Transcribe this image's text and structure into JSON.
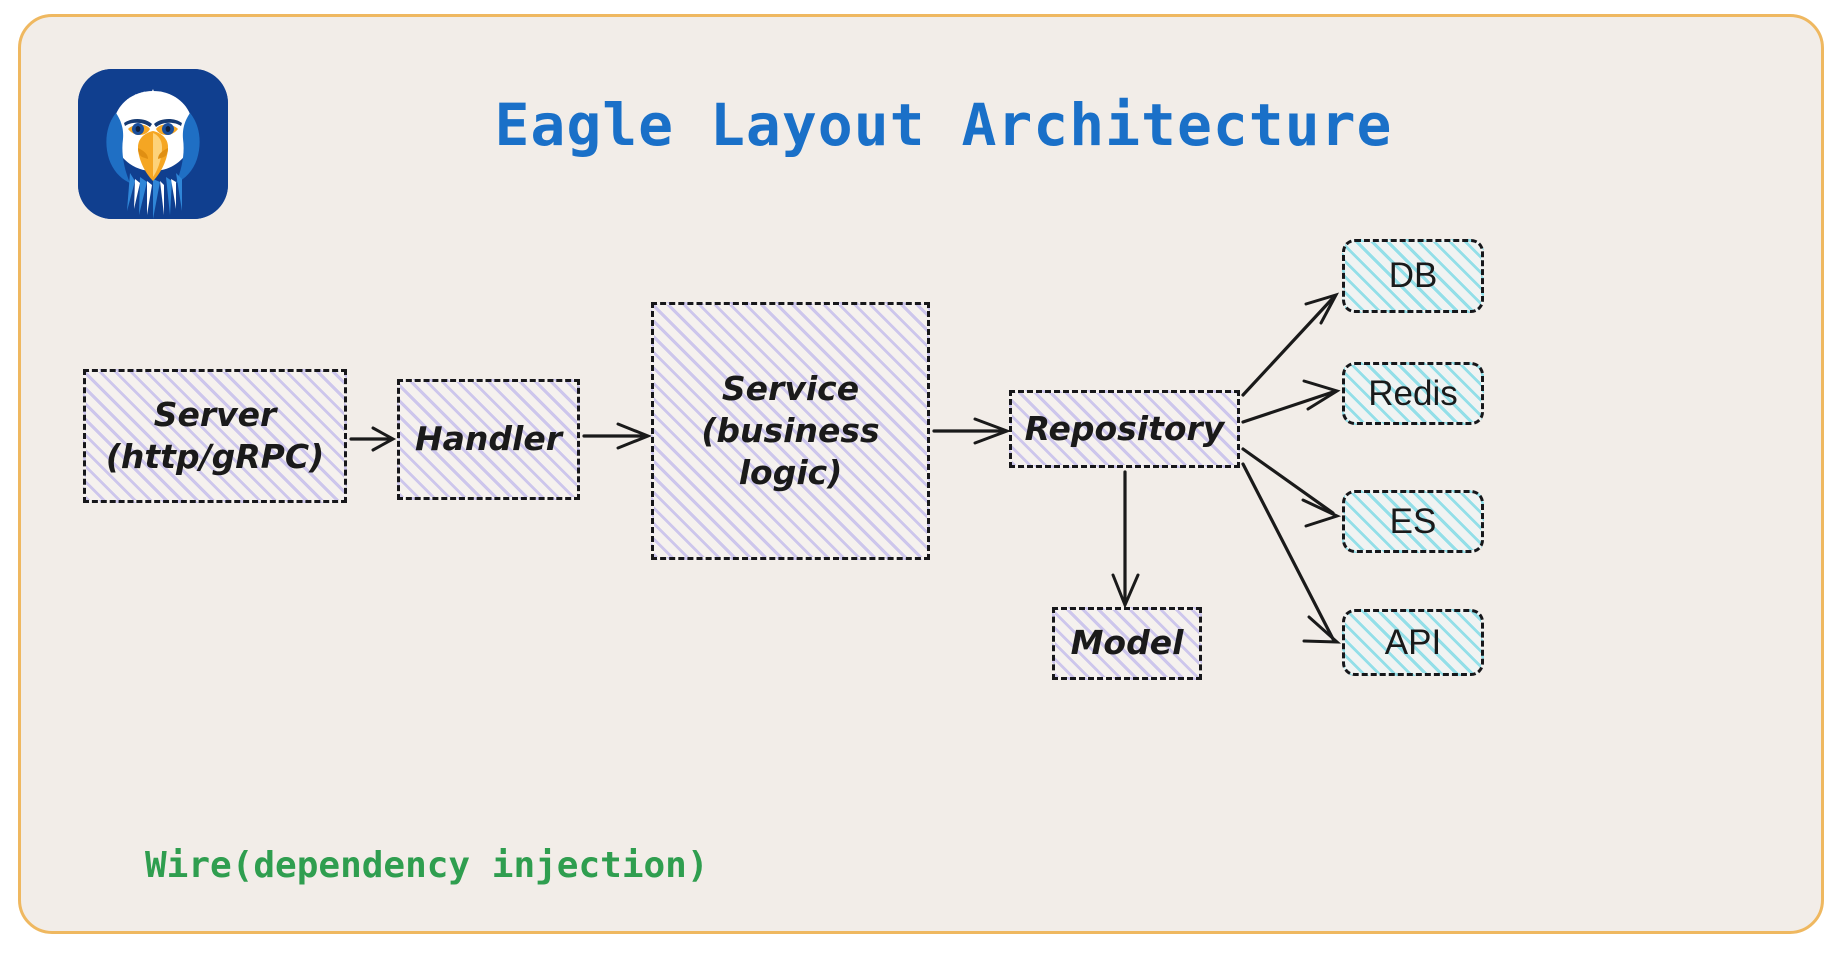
{
  "page": {
    "title": "Eagle Layout Architecture",
    "caption": "Wire(dependency injection)",
    "background_color": "#f2ede8",
    "border_color": "#efb860",
    "title_color": "#1a70c8",
    "caption_color": "#2f9e4f"
  },
  "logo": {
    "name": "eagle-logo",
    "background_color": "#103f8f",
    "accent_color": "#f5a623"
  },
  "diagram": {
    "layers": [
      {
        "id": "server",
        "label": "Server\n(http/gRPC)",
        "style": "lavender-hatch"
      },
      {
        "id": "handler",
        "label": "Handler",
        "style": "lavender-hatch"
      },
      {
        "id": "service",
        "label": "Service\n(business logic)",
        "style": "lavender-hatch"
      },
      {
        "id": "repository",
        "label": "Repository",
        "style": "lavender-hatch"
      },
      {
        "id": "model",
        "label": "Model",
        "style": "lavender-hatch"
      }
    ],
    "backends": [
      {
        "id": "db",
        "label": "DB",
        "style": "cyan-hatch"
      },
      {
        "id": "redis",
        "label": "Redis",
        "style": "cyan-hatch"
      },
      {
        "id": "es",
        "label": "ES",
        "style": "cyan-hatch"
      },
      {
        "id": "api",
        "label": "API",
        "style": "cyan-hatch"
      }
    ],
    "connections": [
      {
        "from": "server",
        "to": "handler"
      },
      {
        "from": "handler",
        "to": "service"
      },
      {
        "from": "service",
        "to": "repository"
      },
      {
        "from": "repository",
        "to": "model"
      },
      {
        "from": "repository",
        "to": "db"
      },
      {
        "from": "repository",
        "to": "redis"
      },
      {
        "from": "repository",
        "to": "es"
      },
      {
        "from": "repository",
        "to": "api"
      }
    ],
    "colors": {
      "lavender_hatch": "#ada3eb",
      "cyan_hatch": "#74d8e5",
      "node_border": "#17171a",
      "arrow": "#1a1a1a"
    }
  }
}
